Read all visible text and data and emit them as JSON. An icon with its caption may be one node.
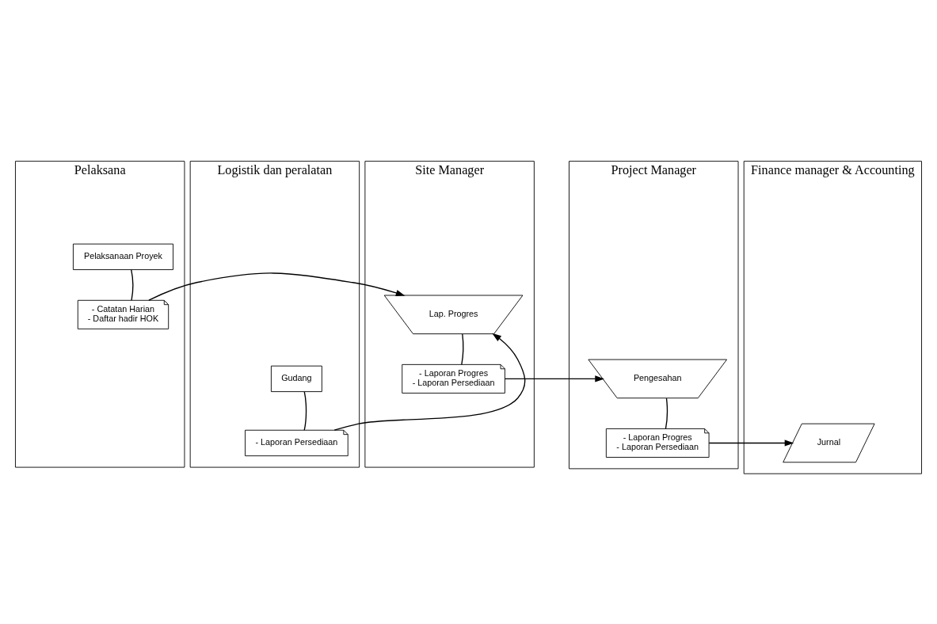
{
  "diagram": {
    "nodes": [
      {
        "text": [
          "Pelaksana"
        ]
      },
      {
        "text": [
          "Pelaksanaan Proyek"
        ],
        "in": 0
      },
      {
        "text": [
          "- Catatan Harian",
          "- Daftar hadir HOK"
        ],
        "in": 0
      },
      {
        "text": [
          "Logistik dan peralatan"
        ]
      },
      {
        "text": [
          "Gudang"
        ],
        "in": 3
      },
      {
        "text": [
          "- Laporan Persediaan"
        ],
        "in": 3
      },
      {
        "text": [
          "Site Manager"
        ]
      },
      {
        "text": [
          "Lap. Progres"
        ],
        "in": 6
      },
      {
        "text": [
          "- Laporan Progres",
          "- Laporan Persediaan"
        ],
        "in": 6
      },
      {
        "text": [
          "Project Manager"
        ]
      },
      {
        "text": [
          "Pengesahan"
        ],
        "in": 9
      },
      {
        "text": [
          "- Laporan Progres",
          "- Laporan Persediaan"
        ],
        "in": 9
      },
      {
        "text": [
          "Finance manager & Accounting"
        ]
      },
      {
        "text": [
          "Jurnal"
        ],
        "in": 12
      }
    ],
    "edges": [
      {
        "from": 1,
        "to": 2,
        "arrow": "none"
      },
      {
        "from": 2,
        "to": 7,
        "arrow": "to"
      },
      {
        "from": 4,
        "to": 5,
        "arrow": "none"
      },
      {
        "from": 5,
        "to": 7,
        "arrow": "to"
      },
      {
        "from": 7,
        "to": 8,
        "arrow": "none"
      },
      {
        "from": 8,
        "to": 10,
        "arrow": "to"
      },
      {
        "from": 10,
        "to": 11,
        "arrow": "none"
      },
      {
        "from": 11,
        "to": 13,
        "arrow": "to"
      }
    ]
  }
}
